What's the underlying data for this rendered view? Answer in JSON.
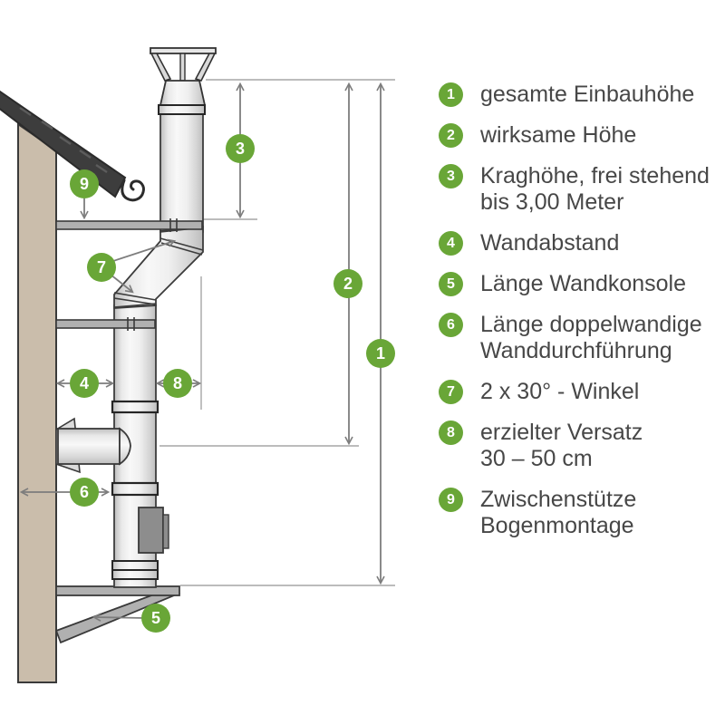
{
  "figure": {
    "kind": "stainless-chimney-installation-diagram",
    "colors": {
      "accent_green": "#69a637",
      "legend_text": "#474747",
      "outline_dark": "#3a3a3a",
      "wall_beige": "#cabdab",
      "roof_dark": "#3d3d3d",
      "metal_gray": "#b0b0b0",
      "dimension_gray": "#7d7d7d"
    }
  },
  "legend": {
    "items": [
      {
        "number": "1",
        "line1": "gesamte Einbauhöhe",
        "line2": ""
      },
      {
        "number": "2",
        "line1": "wirksame Höhe",
        "line2": ""
      },
      {
        "number": "3",
        "line1": "Kraghöhe, frei stehend",
        "line2": "bis 3,00 Meter"
      },
      {
        "number": "4",
        "line1": "Wandabstand",
        "line2": ""
      },
      {
        "number": "5",
        "line1": "Länge Wandkonsole",
        "line2": ""
      },
      {
        "number": "6",
        "line1": "Länge doppelwandige",
        "line2": "Wanddurchführung"
      },
      {
        "number": "7",
        "line1": "2 x 30° - Winkel",
        "line2": ""
      },
      {
        "number": "8",
        "line1": "erzielter Versatz",
        "line2": "30 – 50 cm"
      },
      {
        "number": "9",
        "line1": "Zwischenstütze",
        "line2": "Bogenmontage"
      }
    ]
  }
}
